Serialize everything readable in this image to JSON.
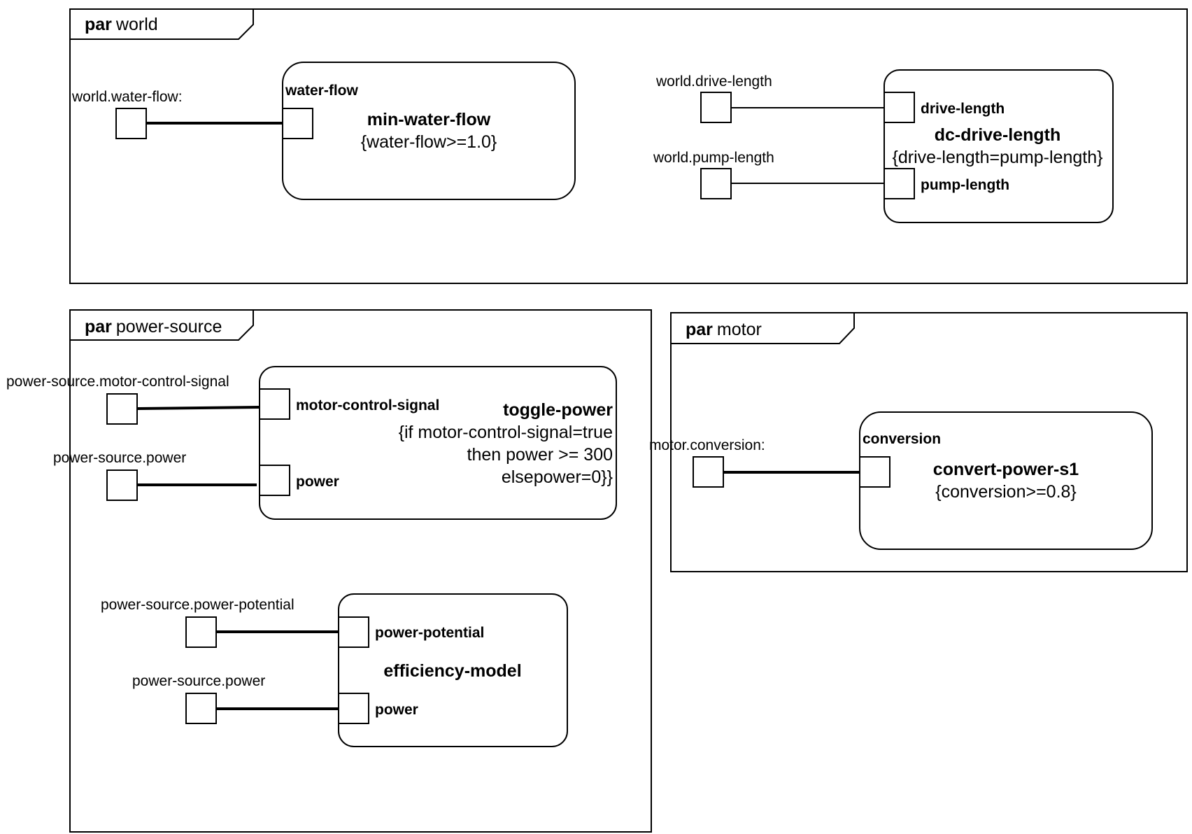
{
  "frames": {
    "world": {
      "keyword": "par",
      "name": "world"
    },
    "power_source": {
      "keyword": "par",
      "name": "power-source"
    },
    "motor": {
      "keyword": "par",
      "name": "motor"
    }
  },
  "constraints": {
    "min_water_flow": {
      "name": "min-water-flow",
      "expr": [
        "{water-flow>=1.0}"
      ],
      "ports": [
        "water-flow"
      ]
    },
    "dc_drive_length": {
      "name": "dc-drive-length",
      "expr": [
        "{drive-length=pump-length}"
      ],
      "ports": [
        "drive-length",
        "pump-length"
      ]
    },
    "toggle_power": {
      "name": "toggle-power",
      "expr": [
        "{if motor-control-signal=true",
        "then power >= 300",
        "elsepower=0}}"
      ],
      "ports": [
        "motor-control-signal",
        "power"
      ]
    },
    "efficiency_model": {
      "name": "efficiency-model",
      "expr": [],
      "ports": [
        "power-potential",
        "power"
      ]
    },
    "convert_power_s1": {
      "name": "convert-power-s1",
      "expr": [
        "{conversion>=0.8}"
      ],
      "ports": [
        "conversion"
      ]
    }
  },
  "properties": {
    "world_water_flow": "world.water-flow:",
    "world_drive_length": "world.drive-length",
    "world_pump_length": "world.pump-length",
    "ps_motor_control_signal": "power-source.motor-control-signal",
    "ps_power": "power-source.power",
    "ps_power_potential": "power-source.power-potential",
    "ps_power_2": "power-source.power",
    "motor_conversion": "motor.conversion:"
  }
}
